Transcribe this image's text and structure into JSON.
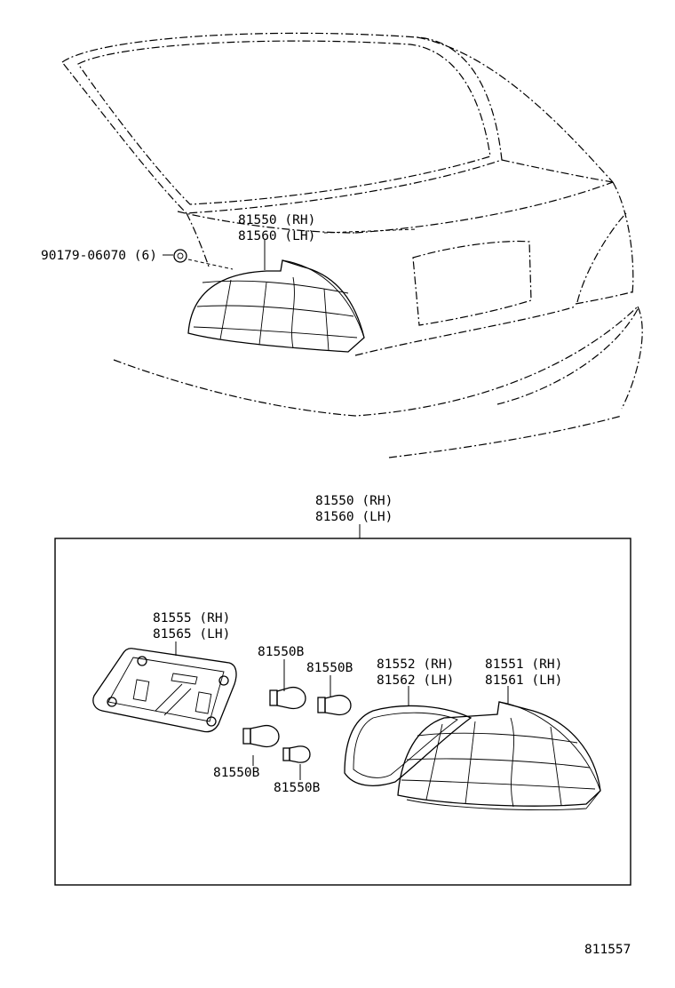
{
  "diagram": {
    "top_assembly": {
      "part_rh": "81550 (RH)",
      "part_lh": "81560 (LH)",
      "screw": "90179-06070 (6)"
    },
    "detail_box": {
      "part_rh": "81550 (RH)",
      "part_lh": "81560 (LH)",
      "socket_rh": "81555 (RH)",
      "socket_lh": "81565 (LH)",
      "bulb_top_1": "81550B",
      "bulb_top_2": "81550B",
      "bulb_bottom_1": "81550B",
      "bulb_bottom_2": "81550B",
      "gasket_rh": "81552 (RH)",
      "gasket_lh": "81562 (LH)",
      "lens_rh": "81551 (RH)",
      "lens_lh": "81561 (LH)"
    },
    "figure_number": "811557"
  }
}
